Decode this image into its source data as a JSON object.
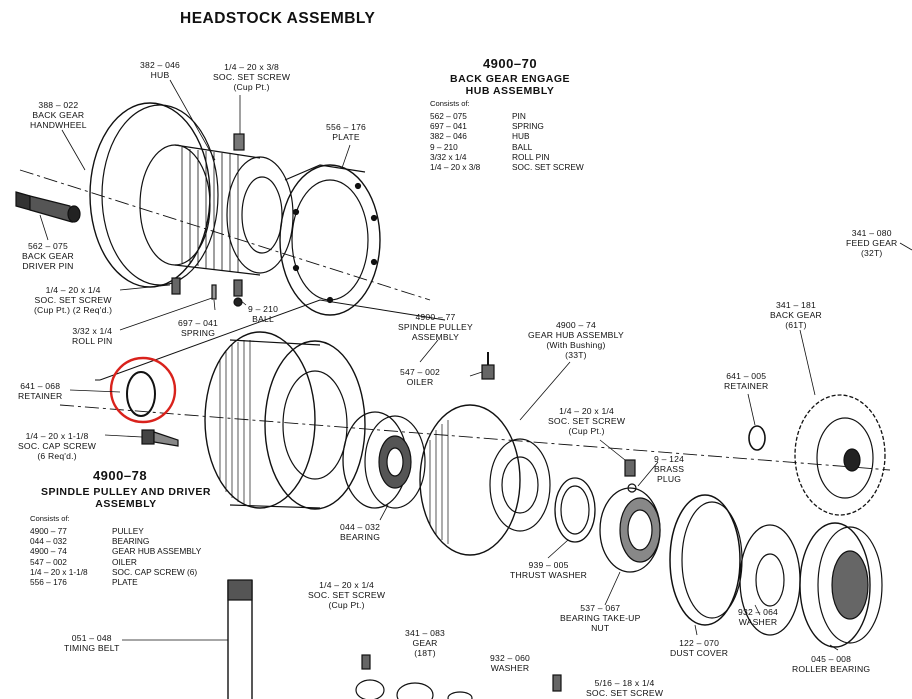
{
  "page": {
    "title": "HEADSTOCK ASSEMBLY"
  },
  "assembly_a": {
    "number": "4900–70",
    "name_line1": "BACK GEAR ENGAGE",
    "name_line2": "HUB ASSEMBLY",
    "consists_label": "Consists of:",
    "rows": [
      {
        "part": "562 – 075",
        "desc": "PIN"
      },
      {
        "part": "697 – 041",
        "desc": "SPRING"
      },
      {
        "part": "382 – 046",
        "desc": "HUB"
      },
      {
        "part": "9 – 210",
        "desc": "BALL"
      },
      {
        "part": "3/32 x 1/4",
        "desc": "ROLL PIN"
      },
      {
        "part": "1/4 – 20 x 3/8",
        "desc": "SOC. SET SCREW"
      }
    ]
  },
  "assembly_b": {
    "number": "4900–78",
    "name_line1": "SPINDLE PULLEY AND DRIVER",
    "name_line2": "ASSEMBLY",
    "consists_label": "Consists of:",
    "rows": [
      {
        "part": "4900 – 77",
        "desc": "PULLEY"
      },
      {
        "part": "044 – 032",
        "desc": "BEARING"
      },
      {
        "part": "4900 – 74",
        "desc": "GEAR HUB ASSEMBLY"
      },
      {
        "part": "547 – 002",
        "desc": "OILER"
      },
      {
        "part": "1/4 – 20 x 1-1/8",
        "desc": "SOC. CAP SCREW (6)"
      },
      {
        "part": "556 – 176",
        "desc": "PLATE"
      }
    ]
  },
  "labels": {
    "hub": [
      "382 – 046",
      "HUB"
    ],
    "set_screw_top": [
      "1/4 – 20 x 3/8",
      "SOC. SET SCREW",
      "(Cup Pt.)"
    ],
    "handwheel": [
      "388 – 022",
      "BACK GEAR",
      "HANDWHEEL"
    ],
    "plate": [
      "556 – 176",
      "PLATE"
    ],
    "driver_pin": [
      "562 – 075",
      "BACK GEAR",
      "DRIVER PIN"
    ],
    "set_screw_left": [
      "1/4 – 20 x 1/4",
      "SOC. SET SCREW",
      "(Cup Pt.)  (2 Req'd.)"
    ],
    "roll_pin": [
      "3/32 x 1/4",
      "ROLL PIN"
    ],
    "spring": [
      "697 – 041",
      "SPRING"
    ],
    "ball": [
      "9 – 210",
      "BALL"
    ],
    "spindle_pulley": [
      "4900 – 77",
      "SPINDLE PULLEY",
      "ASSEMBLY"
    ],
    "retainer_left": [
      "641 – 068",
      "RETAINER"
    ],
    "cap_screw": [
      "1/4 – 20 x 1-1/8",
      "SOC. CAP SCREW",
      "(6 Req'd.)"
    ],
    "oiler": [
      "547 – 002",
      "OILER"
    ],
    "gear_hub": [
      "4900 – 74",
      "GEAR HUB ASSEMBLY",
      "(With Bushing)",
      "(33T)"
    ],
    "feed_gear": [
      "341 – 080",
      "FEED GEAR",
      "(32T)"
    ],
    "back_gear": [
      "341 – 181",
      "BACK GEAR",
      "(61T)"
    ],
    "retainer_right": [
      "641 – 005",
      "RETAINER"
    ],
    "set_screw_mid": [
      "1/4 – 20 x 1/4",
      "SOC. SET SCREW",
      "(Cup Pt.)"
    ],
    "brass_plug": [
      "9 – 124",
      "BRASS",
      "PLUG"
    ],
    "bearing": [
      "044 – 032",
      "BEARING"
    ],
    "thrust_washer": [
      "939 – 005",
      "THRUST WASHER"
    ],
    "takeup_nut": [
      "537 – 067",
      "BEARING TAKE-UP",
      "NUT"
    ],
    "dust_cover": [
      "122 – 070",
      "DUST COVER"
    ],
    "washer_right": [
      "932 – 064",
      "WASHER"
    ],
    "roller_bearing": [
      "045 – 008",
      "ROLLER BEARING"
    ],
    "timing_belt": [
      "051 – 048",
      "TIMING BELT"
    ],
    "set_screw_bottom": [
      "1/4 – 20 x 1/4",
      "SOC. SET SCREW",
      "(Cup Pt.)"
    ],
    "gear_bottom": [
      "341 – 083",
      "GEAR",
      "(18T)"
    ],
    "washer_bottom": [
      "932 – 060",
      "WASHER"
    ],
    "set_screw_br": [
      "5/16 – 18 x 1/4",
      "SOC. SET SCREW"
    ]
  },
  "highlight": {
    "color": "#d9221c",
    "target": "retainer_left"
  }
}
